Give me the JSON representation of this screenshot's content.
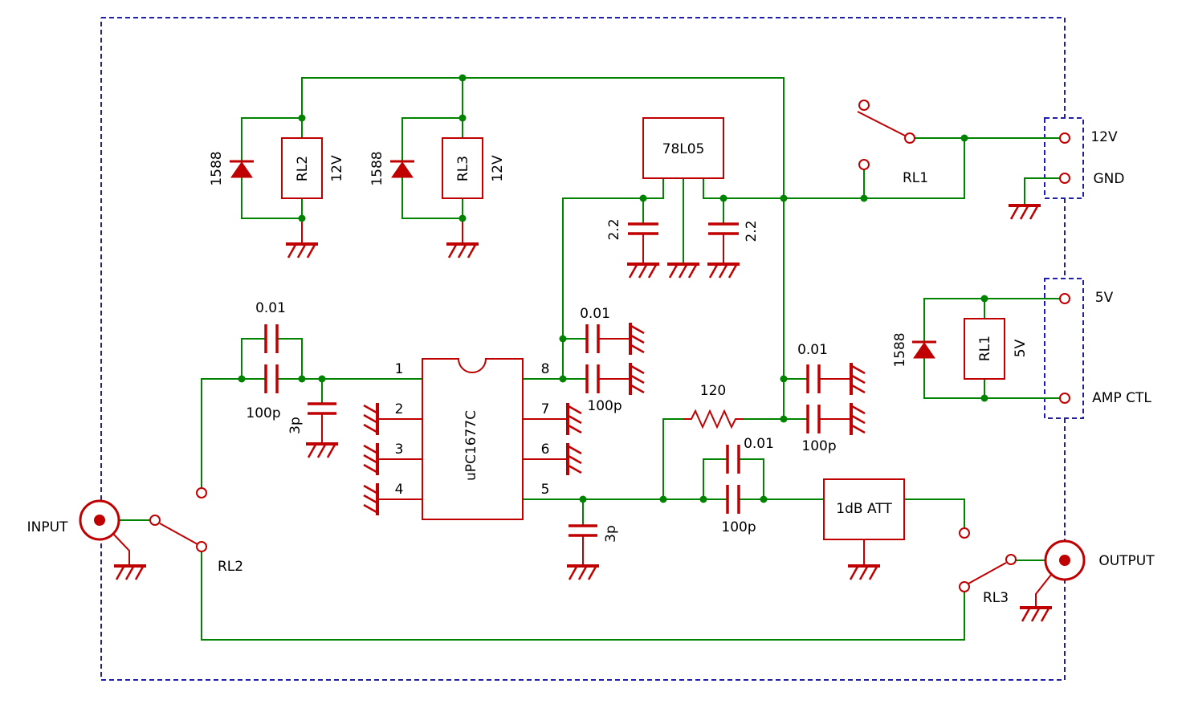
{
  "connectors": {
    "power": {
      "v12": "12V",
      "gnd": "GND"
    },
    "control": {
      "v5": "5V",
      "amp_ctl": "AMP CTL"
    },
    "input": "INPUT",
    "output": "OUTPUT"
  },
  "relays": {
    "rl1": {
      "coil": "RL1",
      "coil_voltage": "5V",
      "diode": "1588",
      "contact": "RL1"
    },
    "rl2": {
      "coil": "RL2",
      "coil_voltage": "12V",
      "diode": "1588",
      "contact": "RL2"
    },
    "rl3": {
      "coil": "RL3",
      "coil_voltage": "12V",
      "diode": "1588",
      "contact": "RL3"
    }
  },
  "regulator": {
    "part": "78L05",
    "left_cap": "2.2",
    "right_cap": "2.2"
  },
  "amplifier": {
    "part": "uPC1677C",
    "pins": [
      "1",
      "2",
      "3",
      "4",
      "5",
      "6",
      "7",
      "8"
    ]
  },
  "input_network": {
    "coupling_cap_a": "0.01",
    "coupling_cap_b": "100p",
    "shunt_cap": "3p"
  },
  "pin8_decoupling": {
    "cap_a": "0.01",
    "cap_b": "100p"
  },
  "output_network": {
    "shunt_cap": "3p",
    "coupling_cap_a": "0.01",
    "coupling_cap_b": "100p"
  },
  "bias_network": {
    "resistor": "120",
    "cap_a": "0.01",
    "cap_b": "100p"
  },
  "attenuator": "1dB ATT",
  "colors": {
    "wire": "#008400",
    "component": "#c00000",
    "enclosure": "#1f1fa6"
  }
}
